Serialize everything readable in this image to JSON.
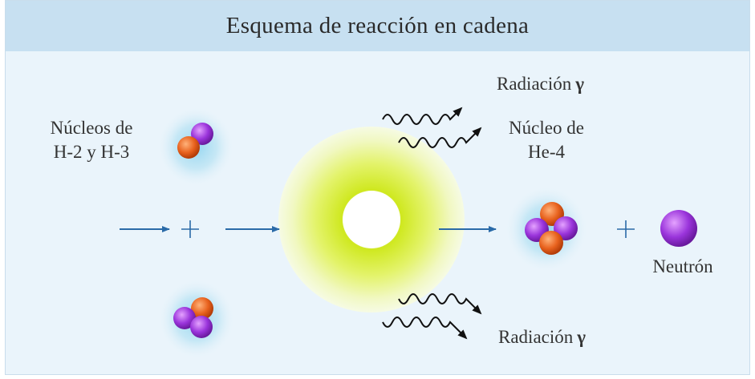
{
  "title": "Esquema de reacción en cadena",
  "labels": {
    "reactants_line1": "Núcleos de",
    "reactants_line2": "H-2 y H-3",
    "radiation_top": "Radiación",
    "radiation_bottom": "Radiación",
    "gamma_symbol": "γ",
    "helium_line1": "Núcleo de",
    "helium_line2": "He-4",
    "neutron": "Neutrón"
  },
  "operators": {
    "plus": "+"
  },
  "colors": {
    "background": "#eaf4fb",
    "header": "#c7e0f1",
    "arrow": "#2a6aa8",
    "proton": "#e8621e",
    "neutron": "#8d2ad1",
    "glow": "#d8ef3a",
    "halo": "#a9dcf0"
  }
}
